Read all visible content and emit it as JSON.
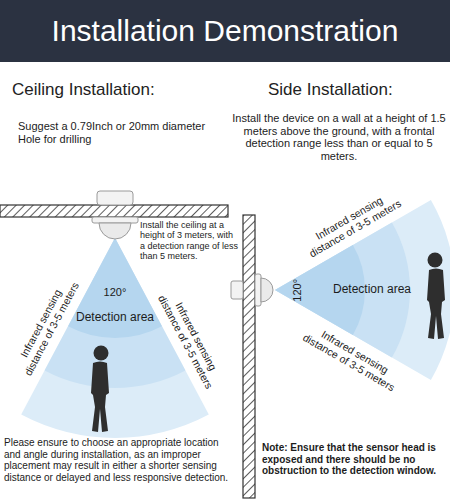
{
  "diagram": {
    "title": "Installation Demonstration",
    "labels": [
      "Ceiling Installation:",
      "Side Installation:",
      "Suggest a 0.79Inch or 20mm diameter Hole for drilling",
      "Install the device on a wall at a height of 1.5 meters above the ground, with a frontal detection range less than or equal to 5 meters.",
      "Install the ceiling at a height of 3 meters, with a detection range of less than 5 meters.",
      "120°",
      "Detection area",
      "Infrared sensing distance of 3-5 meters",
      "Infrared sensing distance of 3-5 meters",
      "Detection area",
      "120°",
      "Infrared sensing distance of 3-5 meters",
      "Infrared sensing distance of 3-5 meters",
      "Please ensure to choose an appropriate location and angle during installation, as an improper placement may result in either a shorter sensing distance or delayed and less responsive detection.",
      "Note: Ensure that the sensor head is exposed and there should be no obstruction to the detection window."
    ]
  }
}
